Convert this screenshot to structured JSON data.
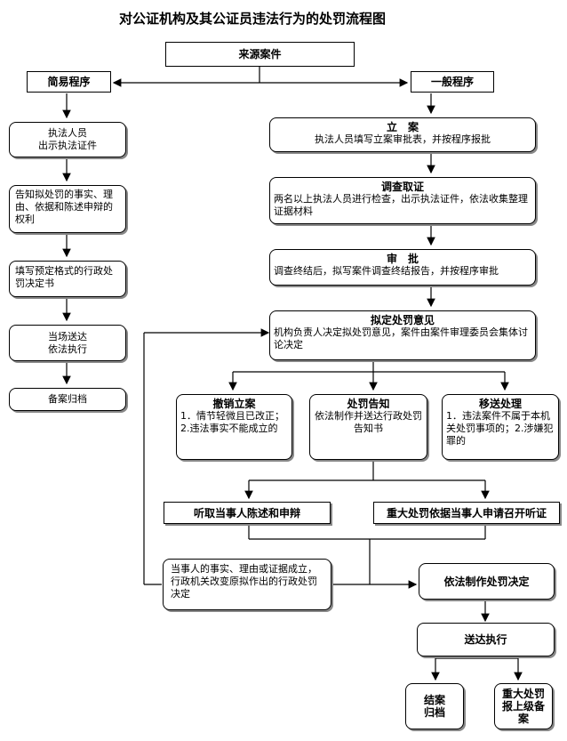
{
  "title": "对公证机构及其公证员违法行为的处罚流程图",
  "nodes": {
    "source": "来源案件",
    "simple": "简易程序",
    "general": "一般程序",
    "s1": "执法人员\n出示执法证件",
    "s2": "告知拟处罚的事实、理由、依据和陈述申辩的权利",
    "s3": "填写预定格式的行政处罚决定书",
    "s4": "当场送达\n依法执行",
    "s5": "备案归档",
    "g1_title": "立　案",
    "g1_body": "执法人员填写立案审批表，并按程序报批",
    "g2_title": "调查取证",
    "g2_body": "两名以上执法人员进行检查，出示执法证件，依法收集整理证据材料",
    "g3_title": "审　批",
    "g3_body": "调查终结后，拟写案件调查终结报告，并按程序审批",
    "g4_title": "拟定处罚意见",
    "g4_body": "机构负责人决定拟处罚意见，案件由案件审理委员会集体讨论决定",
    "b1_title": "撤销立案",
    "b1_body": "1．情节轻微且已改正；2.违法事实不能成立的",
    "b2_title": "处罚告知",
    "b2_body": "依法制作并送达行政处罚告知书",
    "b3_title": "移送处理",
    "b3_body": "1．违法案件不属于本机关处罚事项的；2.涉嫌犯罪的",
    "h1": "听取当事人陈述和申辩",
    "h2": "重大处罚依据当事人申请召开听证",
    "rev": "当事人的事实、理由或证据成立，行政机关改变原拟作出的行政处罚决定",
    "dec": "依法制作处罚决定",
    "del": "送达执行",
    "end1": "结案\n归档",
    "end2": "重大处罚报上级备案"
  }
}
